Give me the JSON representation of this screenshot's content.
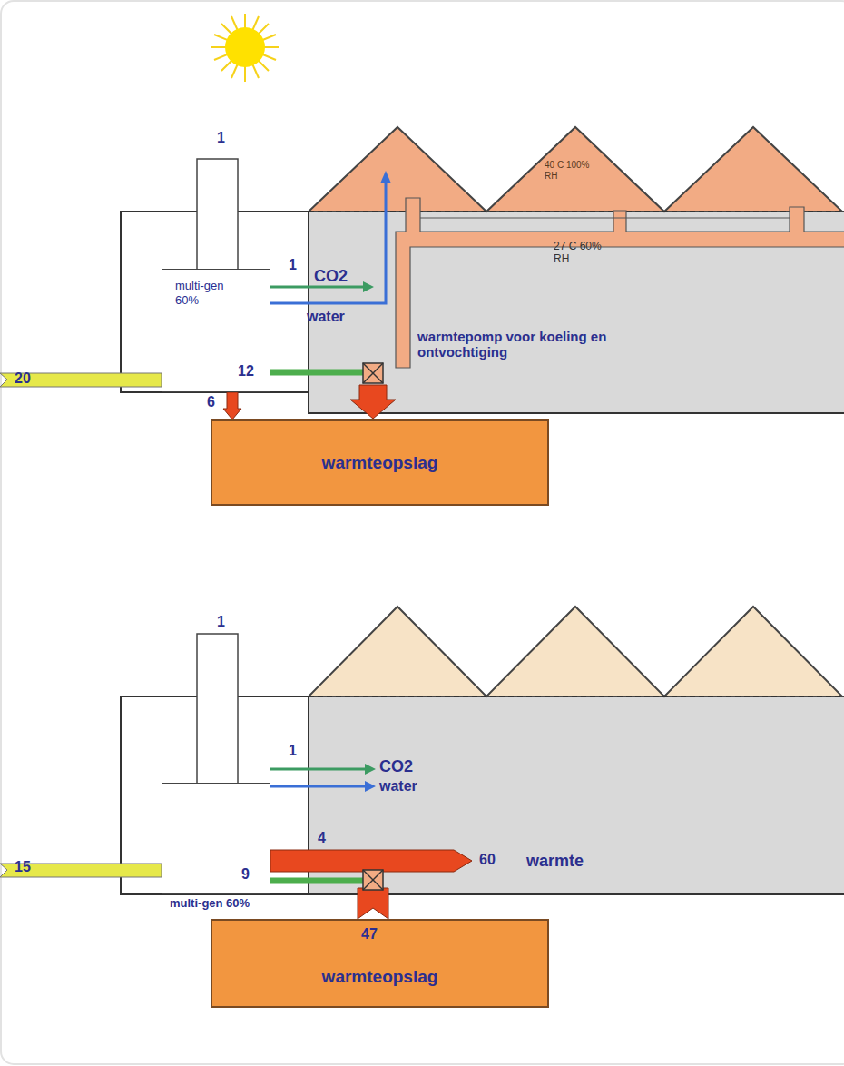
{
  "diagram": {
    "nodes": [
      {
        "text": [
          "multi-gen 60%"
        ]
      },
      {
        "text": [
          "warmteopslag"
        ]
      },
      {
        "text": [
          "multi-gen 60%"
        ]
      },
      {
        "text": [
          "warmteopslag"
        ]
      }
    ],
    "edges": [
      {
        "from": 0,
        "to": 1,
        "arrow": "to",
        "label": "6"
      }
    ],
    "labels": [
      "1",
      "1",
      "CO2",
      "water",
      "20",
      "12",
      "40 C 100% RH",
      "27 C 60% RH",
      "warmtepomp voor koeling en ontvochtiging",
      "1",
      "1",
      "CO2",
      "water",
      "15",
      "9",
      "4",
      "60",
      "warmte",
      "47"
    ]
  }
}
